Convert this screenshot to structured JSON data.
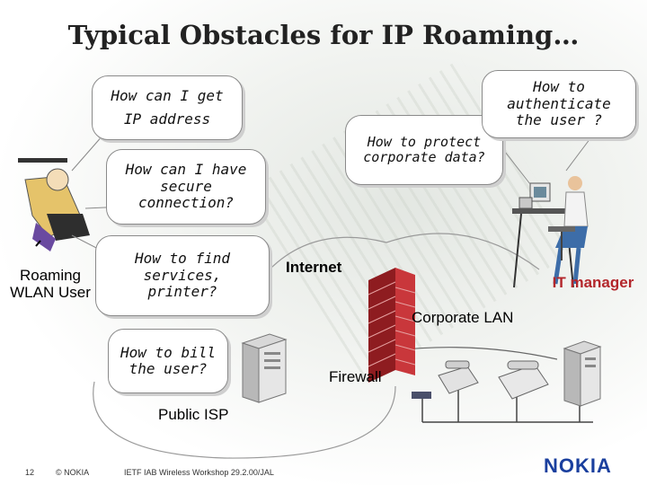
{
  "title": "Typical Obstacles for IP Roaming…",
  "questions": {
    "ip_address_line1": "How can I get",
    "ip_address_line2": "IP address",
    "secure_connection": "How can I have secure connection?",
    "find_services": "How to find services, printer?",
    "bill_user": "How to bill the user?",
    "protect_data": "How to protect corporate data?",
    "authenticate": "How to authenticate the user ?"
  },
  "labels": {
    "roaming_user": "Roaming WLAN User",
    "internet": "Internet",
    "corporate_lan": "Corporate LAN",
    "it_manager": "IT manager",
    "firewall": "Firewall",
    "public_isp": "Public ISP"
  },
  "footer": {
    "page_number": "12",
    "copyright": "© NOKIA",
    "event": "IETF IAB Wireless Workshop 29.2.00/JAL"
  },
  "logo_text": "NOKIA",
  "colors": {
    "brand_blue": "#1a3f9e",
    "firewall_red": "#b3262b",
    "bubble_border": "#8a8a8a"
  }
}
